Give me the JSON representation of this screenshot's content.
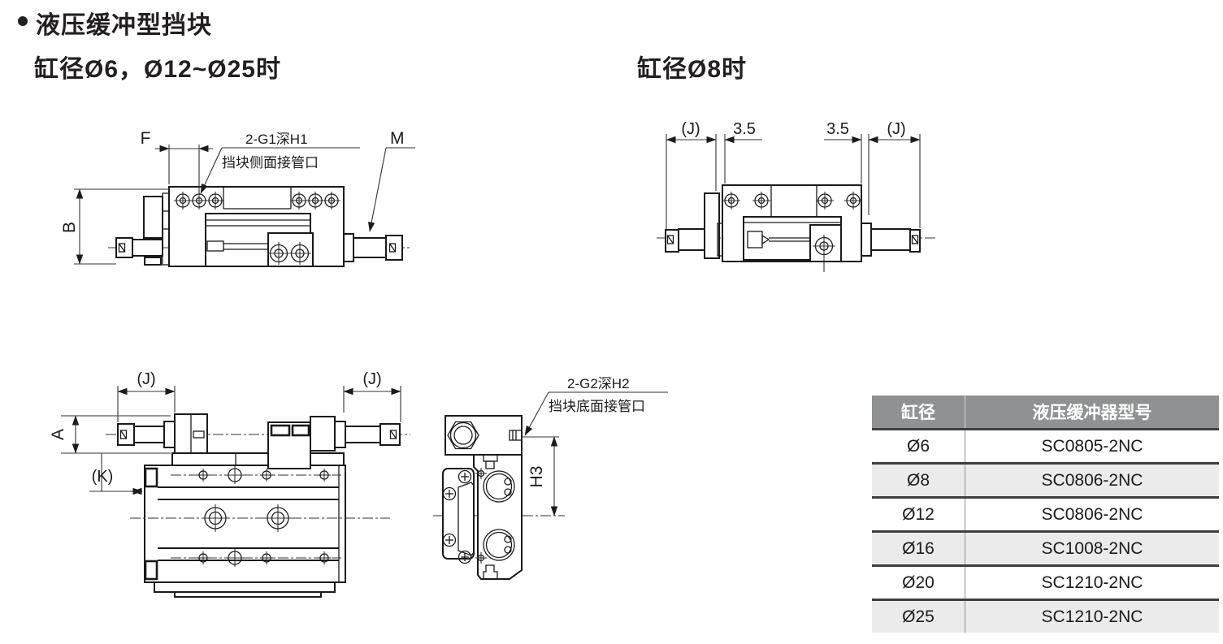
{
  "header": {
    "title": "液压缓冲型挡块",
    "subtitle_left": "缸径Ø6，Ø12~Ø25时",
    "subtitle_right": "缸径Ø8时"
  },
  "dwgA": {
    "dim_f": "F",
    "port_label": "2-G1深H1",
    "port_desc": "挡块侧面接管口",
    "dim_m": "M",
    "dim_b": "B"
  },
  "dwgB": {
    "dim_j_left": "(J)",
    "dim_35_left": "3.5",
    "dim_35_right": "3.5",
    "dim_j_right": "(J)"
  },
  "dwgC": {
    "dim_j_left": "(J)",
    "dim_j_right": "(J)",
    "dim_a": "A",
    "dim_k": "(K)"
  },
  "dwgD": {
    "port_label": "2-G2深H2",
    "port_desc": "挡块底面接管口",
    "dim_h3": "H3"
  },
  "table": {
    "headers": [
      "缸径",
      "液压缓冲器型号"
    ],
    "rows": [
      {
        "bore": "Ø6",
        "model": "SC0805-2NC"
      },
      {
        "bore": "Ø8",
        "model": "SC0806-2NC"
      },
      {
        "bore": "Ø12",
        "model": "SC0806-2NC"
      },
      {
        "bore": "Ø16",
        "model": "SC1008-2NC"
      },
      {
        "bore": "Ø20",
        "model": "SC1210-2NC"
      },
      {
        "bore": "Ø25",
        "model": "SC1210-2NC"
      }
    ]
  },
  "colors": {
    "table_header_bg": "#8F9193",
    "table_row_alt": "#EBEBEB",
    "table_separator": "#3E3E3E",
    "drawing_line": "#1A1A1A",
    "text": "#231F20"
  }
}
